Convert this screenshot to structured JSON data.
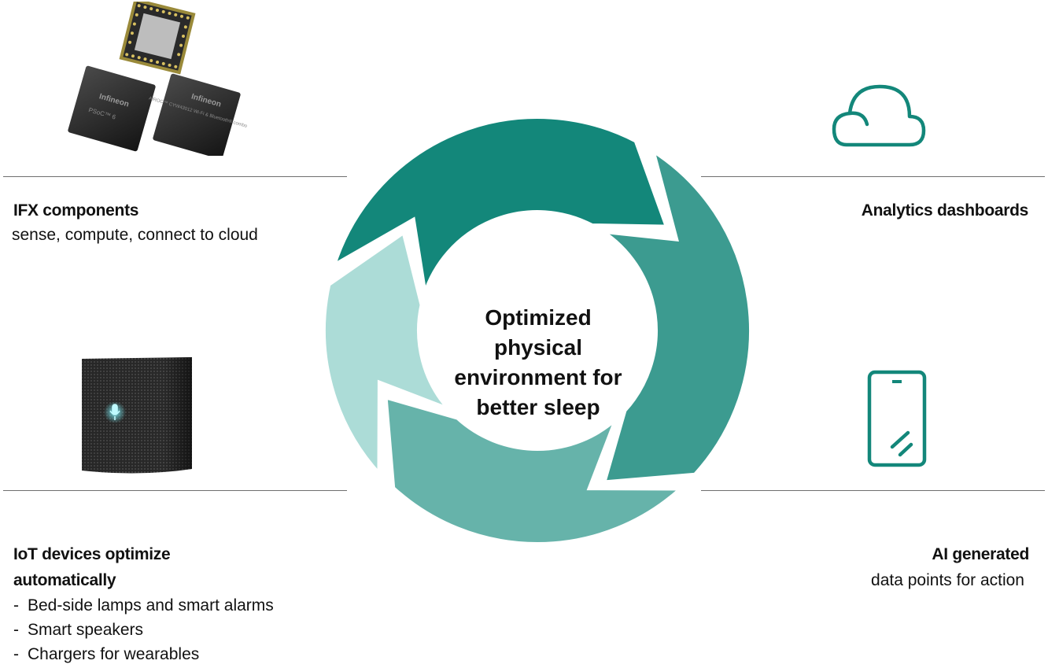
{
  "colors": {
    "segment_top_left": "#13877a",
    "segment_top_right": "#3c9b90",
    "segment_bottom_right": "#66b3aa",
    "segment_bottom_left": "#acdcd7",
    "icon_stroke": "#13877a",
    "divider": "#6f6f6f"
  },
  "center": {
    "lines": [
      "Optimized",
      "physical",
      "environment for",
      "better sleep"
    ]
  },
  "left_top": {
    "title": "IFX components",
    "subtitle": "sense, compute, connect to cloud"
  },
  "left_bottom": {
    "title_line1": "IoT devices optimize",
    "title_line2": "automatically",
    "items": [
      "Bed-side lamps and smart alarms",
      "Smart speakers",
      "Chargers for wearables"
    ]
  },
  "right_top": {
    "title": "Analytics dashboards",
    "icon": "cloud-icon"
  },
  "right_bottom": {
    "title": "AI generated",
    "subtitle": "data points for action",
    "icon": "smartphone-icon"
  },
  "images": {
    "chips": "microchips-image",
    "speaker": "smart-speaker-image",
    "chip_labels": [
      "Infineon",
      "PSoC™ 6",
      "AIROC™ CYW43012 Wi-Fi & Bluetooth® combo"
    ]
  }
}
